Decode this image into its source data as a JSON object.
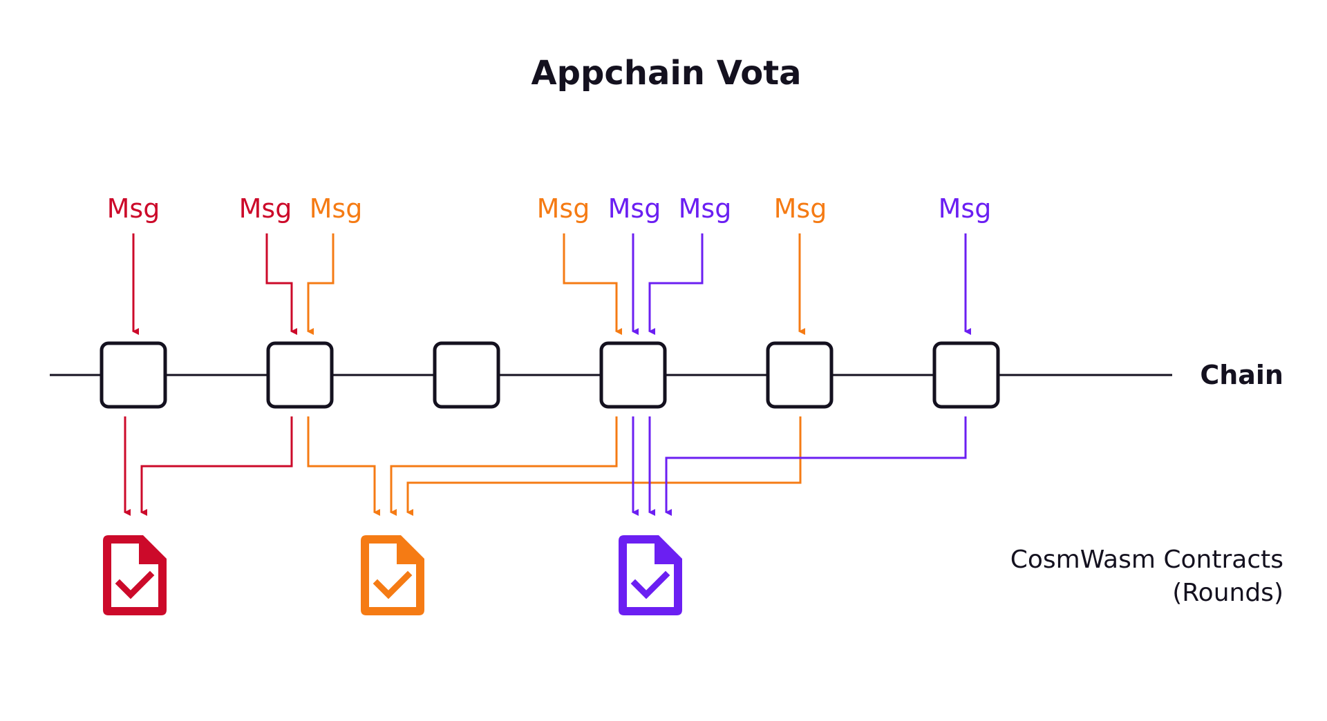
{
  "title": "Appchain Vota",
  "colors": {
    "red": "#cc0a2a",
    "orange": "#f57b14",
    "purple": "#6b1ff2",
    "ink": "#14111f"
  },
  "messages": [
    {
      "label": "Msg",
      "color": "red"
    },
    {
      "label": "Msg",
      "color": "red"
    },
    {
      "label": "Msg",
      "color": "orange"
    },
    {
      "label": "Msg",
      "color": "orange"
    },
    {
      "label": "Msg",
      "color": "purple"
    },
    {
      "label": "Msg",
      "color": "purple"
    },
    {
      "label": "Msg",
      "color": "orange"
    },
    {
      "label": "Msg",
      "color": "purple"
    }
  ],
  "chain_label": "Chain",
  "contracts_label": [
    "CosmWasm Contracts",
    "(Rounds)"
  ],
  "blocks": [
    {
      "messages": [
        "red"
      ]
    },
    {
      "messages": [
        "red",
        "orange"
      ]
    },
    {
      "messages": []
    },
    {
      "messages": [
        "orange",
        "purple",
        "purple"
      ]
    },
    {
      "messages": [
        "orange"
      ]
    },
    {
      "messages": [
        "purple"
      ]
    }
  ],
  "contracts": [
    {
      "color": "red",
      "icon": "document-check-icon"
    },
    {
      "color": "orange",
      "icon": "document-check-icon"
    },
    {
      "color": "purple",
      "icon": "document-check-icon"
    }
  ]
}
